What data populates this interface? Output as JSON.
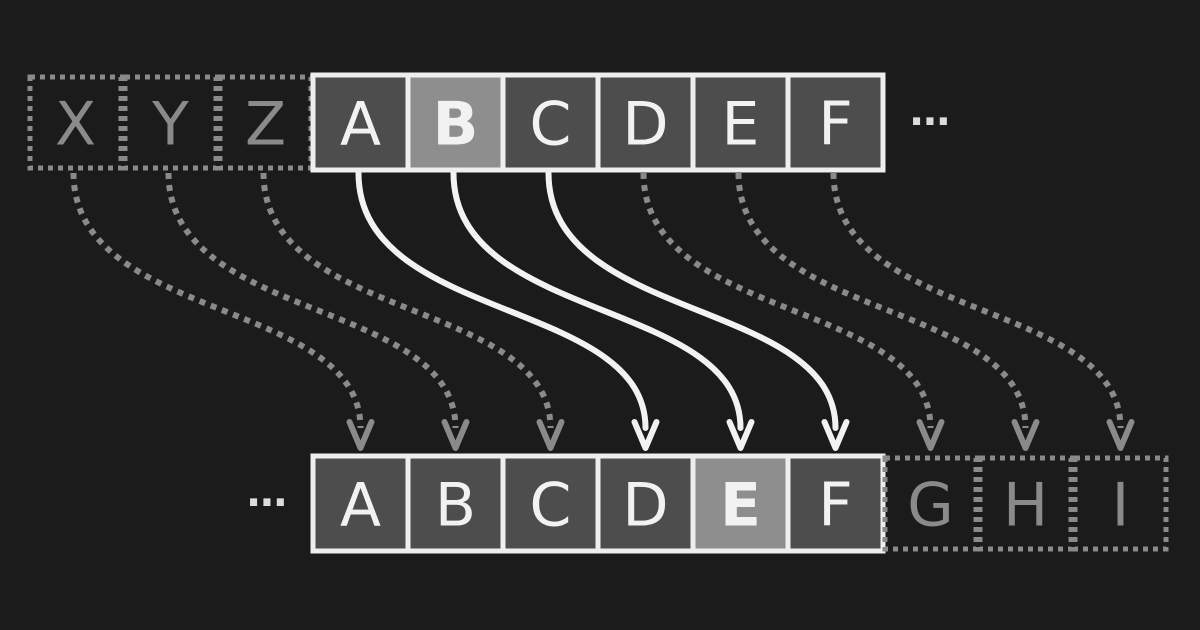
{
  "colors": {
    "background": "#1b1b1b",
    "cell_fill": "#4d4d4d",
    "cell_border": "#eeeeee",
    "highlight_fill": "#8e8e8e",
    "ghost": "#8a8a8a",
    "text": "#f2f2f2"
  },
  "top_row": {
    "ghost_cells": [
      "X",
      "Y",
      "Z"
    ],
    "cells": [
      "A",
      "B",
      "C",
      "D",
      "E",
      "F"
    ],
    "highlight_index": 1,
    "ellipsis": "⋯"
  },
  "bottom_row": {
    "cells": [
      "A",
      "B",
      "C",
      "D",
      "E",
      "F"
    ],
    "ghost_cells": [
      "G",
      "H",
      "I"
    ],
    "highlight_index": 4,
    "ellipsis": "⋯"
  },
  "shift": 3
}
